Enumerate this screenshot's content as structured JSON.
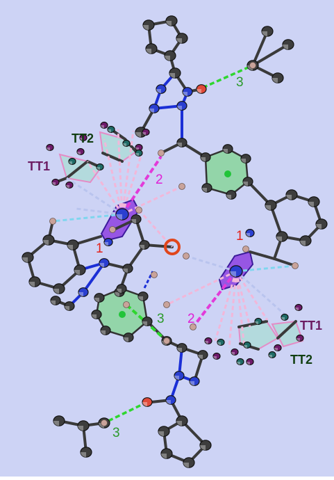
{
  "labels": {
    "tt1_left": "TT1",
    "tt2_left": "TT2",
    "tt1_right": "TT1",
    "tt2_right": "TT2",
    "n3_top": "3",
    "n2_top": "2",
    "n1_left": "1",
    "n1_right": "1",
    "n3_mid": "3",
    "n2_bottom": "2",
    "n3_bottom": "3"
  },
  "colors": {
    "background": "#cdd3f5",
    "bond_dark": "#3a3a3a",
    "bond_blue": "#1b2fd6",
    "atom_dark": "#3d3d3d",
    "hydrogen": "#c9a39a",
    "nitrogen": "#2a3fd0",
    "oxygen_ring": "#e0461c",
    "sulfur_purple": "#6e1a6a",
    "teal_atom": "#1f6b66",
    "metal_purple": "#8d3fe0",
    "ring_green": "#7fd68f",
    "dash_magenta": "#e23bd9",
    "dash_green": "#2fd62f",
    "dash_cyan": "#7fd6ee",
    "dash_pink": "#f2b7d9",
    "label_purple": "#6b1b63",
    "label_green": "#113e11",
    "label_red": "#e3221b",
    "label_magenta": "#e01fd6",
    "label_green_num": "#2b9a2b"
  }
}
